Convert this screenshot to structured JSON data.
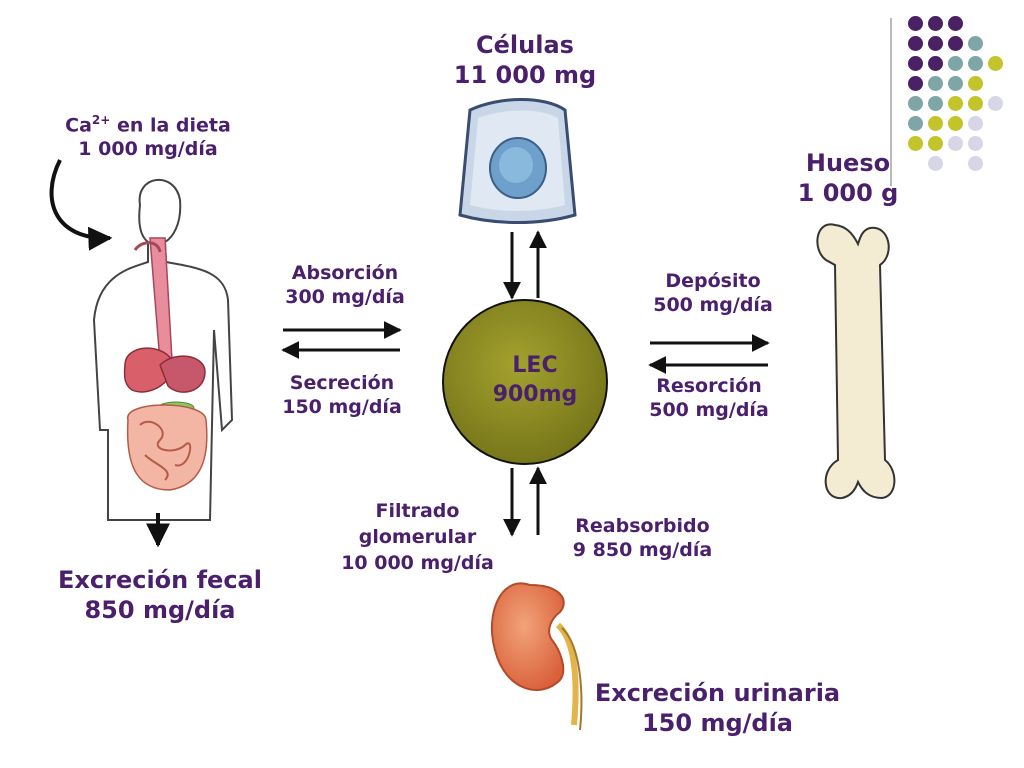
{
  "diet": {
    "title": "Ca",
    "superscript": "2+",
    "title_rest": " en la dieta",
    "amount": "1 000 mg/día"
  },
  "cells": {
    "title": "Células",
    "amount": "11 000 mg"
  },
  "bone": {
    "title": "Hueso",
    "amount": "1 000 g"
  },
  "absorption": {
    "title": "Absorción",
    "amount": "300 mg/día"
  },
  "secretion": {
    "title": "Secreción",
    "amount": "150 mg/día"
  },
  "deposit": {
    "title": "Depósito",
    "amount": "500 mg/día"
  },
  "resorption": {
    "title": "Resorción",
    "amount": "500 mg/día"
  },
  "lec": {
    "title": "LEC",
    "amount": "900mg"
  },
  "filtered": {
    "line1": "Filtrado",
    "line2": "glomerular",
    "amount": "10 000 mg/día"
  },
  "reabsorbed": {
    "title": "Reabsorbido",
    "amount": "9 850 mg/día"
  },
  "fecal": {
    "title": "Excreción fecal",
    "amount": "850 mg/día"
  },
  "urinary": {
    "title": "Excreción urinaria",
    "amount": "150 mg/día"
  },
  "colors": {
    "text": "#4a1f6b",
    "lec_fill": "#8b8a1e",
    "purple": "#4b2166",
    "teal": "#7fa6a6",
    "lime": "#c3c42a",
    "lavender": "#d6d6e6"
  }
}
